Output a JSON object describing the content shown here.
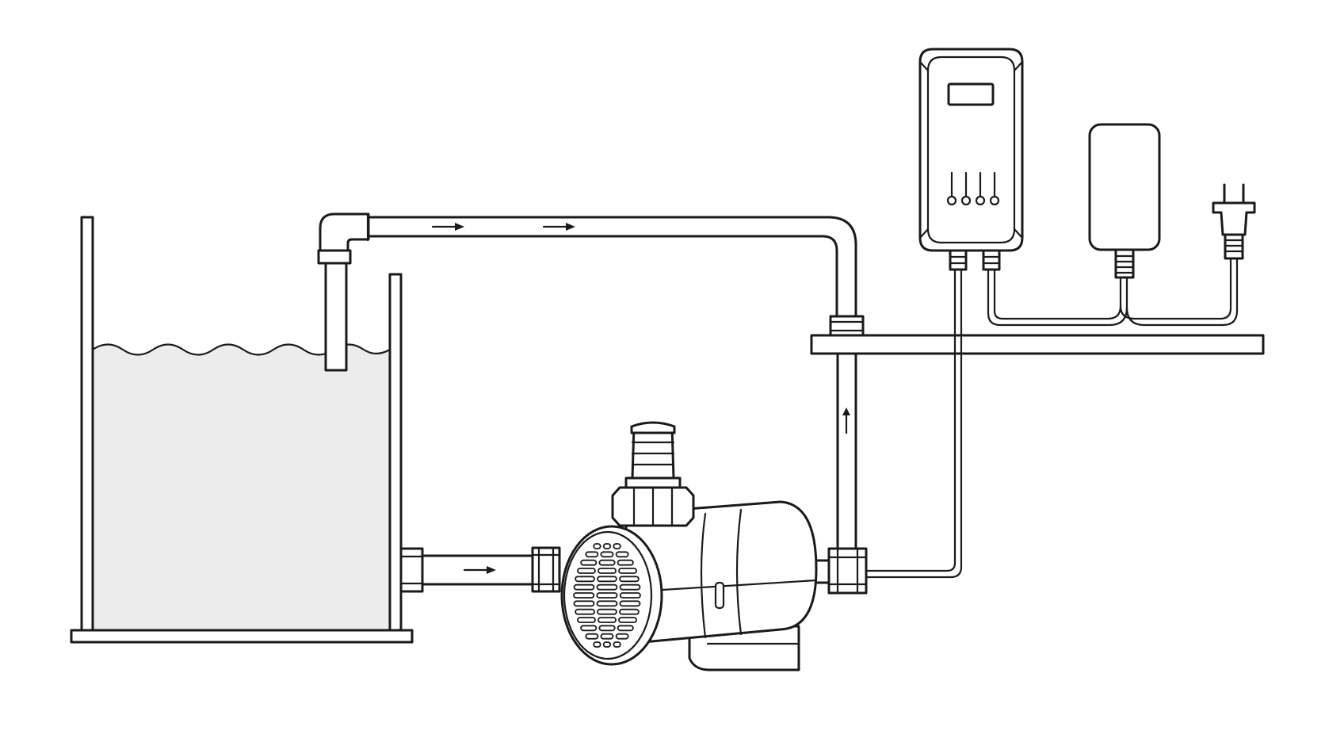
{
  "diagram": {
    "components": [
      {
        "id": "tank",
        "name": "water-tank"
      },
      {
        "id": "pump",
        "name": "water-pump"
      },
      {
        "id": "controller",
        "name": "pump-controller"
      },
      {
        "id": "adapter",
        "name": "power-adapter"
      },
      {
        "id": "plug",
        "name": "power-plug"
      },
      {
        "id": "shelf",
        "name": "mounting-shelf"
      }
    ],
    "flow_arrows": [
      {
        "name": "flow-arrow-inlet",
        "direction": "right"
      },
      {
        "name": "flow-arrow-riser",
        "direction": "up"
      },
      {
        "name": "flow-arrow-top-1",
        "direction": "right"
      },
      {
        "name": "flow-arrow-top-2",
        "direction": "right"
      }
    ],
    "colors": {
      "line": "#1a1a1a",
      "water": "#ececec",
      "background": "#ffffff"
    }
  }
}
